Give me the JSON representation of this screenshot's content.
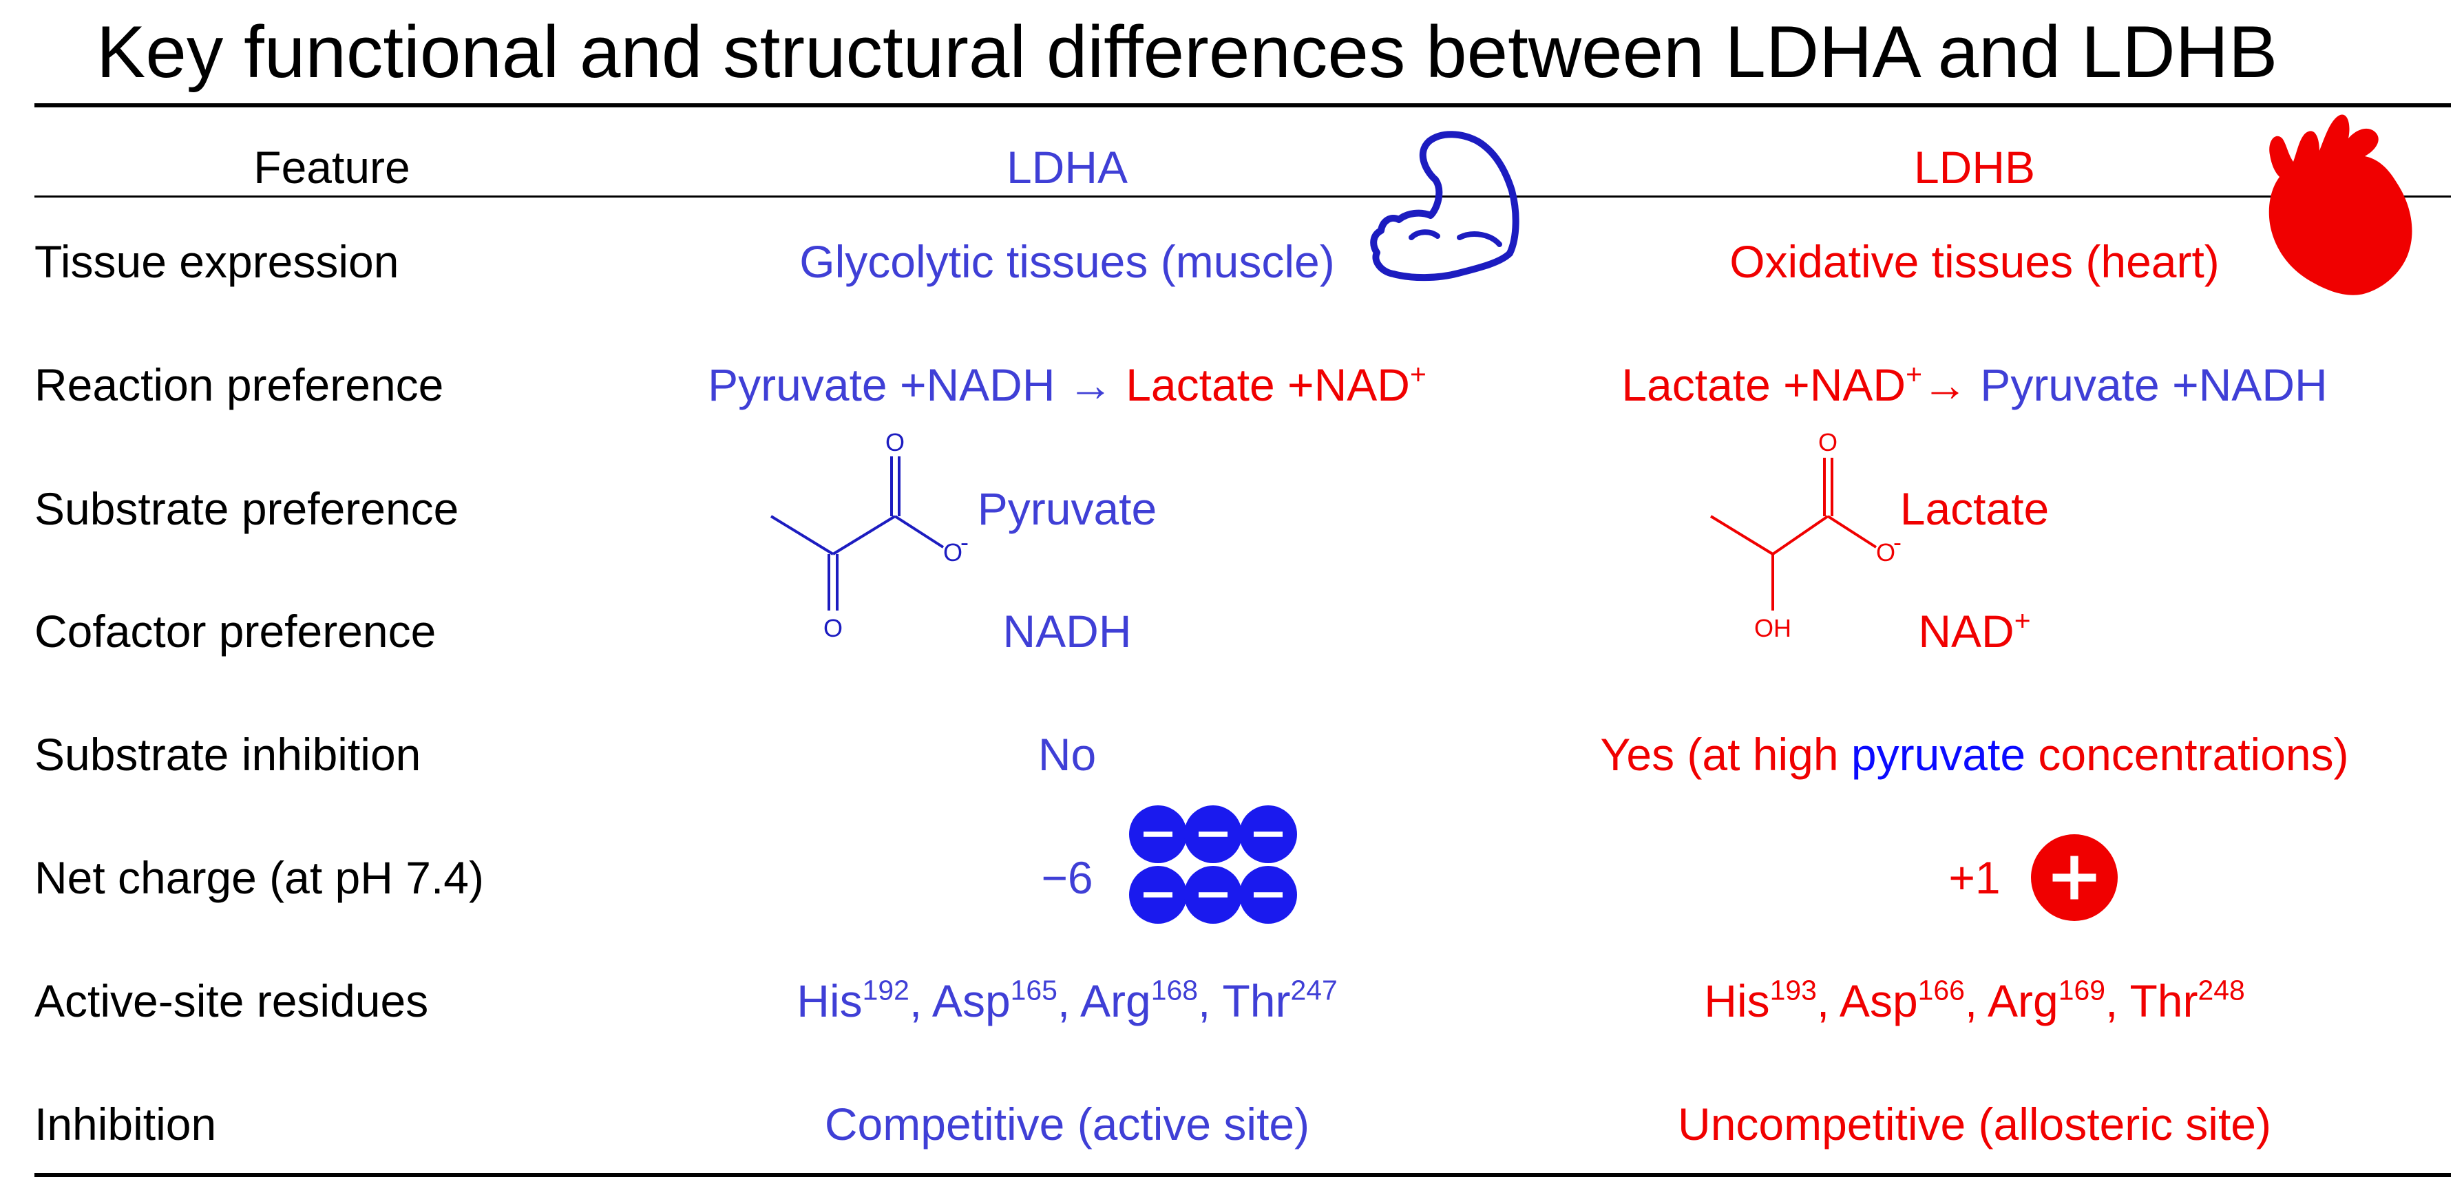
{
  "title": "Key functional and structural differences between LDHA and LDHB",
  "colors": {
    "ldha": "#3f3fd6",
    "ldhb": "#f00000",
    "pyruvate_in_ldhb": "#0a0aff",
    "charge_ldha": "#1a1aee"
  },
  "header": {
    "feature": "Feature",
    "ldha": "LDHA",
    "ldhb": "LDHB"
  },
  "icons": {
    "ldha": "flexed-arm-muscle-icon",
    "ldhb": "anatomical-heart-icon"
  },
  "rows": {
    "tissue": {
      "feature": "Tissue expression",
      "ldha": "Glycolytic tissues (muscle)",
      "ldhb": "Oxidative tissues (heart)"
    },
    "reaction": {
      "feature": "Reaction preference",
      "ldha_left": "Pyruvate +NADH",
      "ldha_arrow": " → ",
      "ldha_right": "Lactate +NAD",
      "ldha_right_sup": "+",
      "ldhb_left": "Lactate +NAD",
      "ldhb_left_sup": "+",
      "ldhb_arrow": "→ ",
      "ldhb_right": "Pyruvate +NADH"
    },
    "substrate": {
      "feature": "Substrate preference",
      "ldha": "Pyruvate",
      "ldhb": "Lactate"
    },
    "cofactor": {
      "feature": "Cofactor preference",
      "ldha": "NADH",
      "ldhb": "NAD",
      "ldhb_sup": "+"
    },
    "inhibition_substrate": {
      "feature": "Substrate inhibition",
      "ldha": "No",
      "ldhb_a": "Yes (at high ",
      "ldhb_b": "pyruvate",
      "ldhb_c": " concentrations)"
    },
    "charge": {
      "feature": "Net charge (at pH 7.4)",
      "ldha": "−6",
      "ldhb": "+1",
      "ldha_minus_count": 6,
      "ldhb_plus_count": 1
    },
    "residues": {
      "feature": "Active-site residues",
      "ldha": [
        {
          "name": "His",
          "num": "192"
        },
        {
          "name": "Asp",
          "num": "165"
        },
        {
          "name": "Arg",
          "num": "168"
        },
        {
          "name": "Thr",
          "num": "247"
        }
      ],
      "ldhb": [
        {
          "name": "His",
          "num": "193"
        },
        {
          "name": "Asp",
          "num": "166"
        },
        {
          "name": "Arg",
          "num": "169"
        },
        {
          "name": "Thr",
          "num": "248"
        }
      ],
      "sep": ", "
    },
    "inhibition": {
      "feature": "Inhibition",
      "ldha": "Competitive (active site)",
      "ldhb": "Uncompetitive (allosteric site)"
    }
  },
  "structures": {
    "pyruvate": {
      "o_top": "O",
      "o_minus": "O",
      "charge": "-",
      "o_bottom": "O"
    },
    "lactate": {
      "o_top": "O",
      "o_minus": "O",
      "charge": "-",
      "oh": "OH"
    }
  }
}
